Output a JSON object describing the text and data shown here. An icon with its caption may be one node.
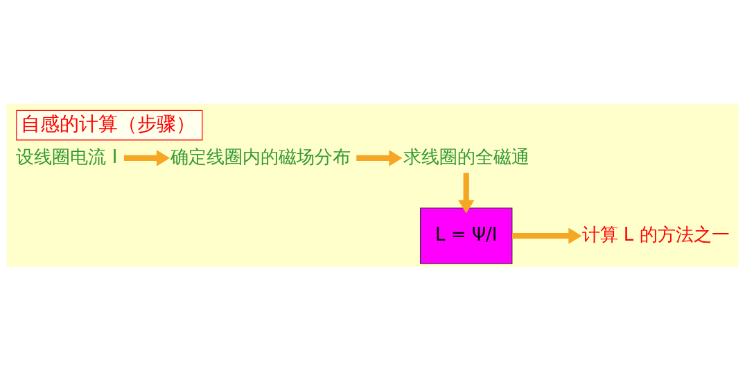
{
  "diagram": {
    "title": "自感的计算（步骤）",
    "nodes": [
      {
        "text": [
          "设线圈电流 I"
        ]
      },
      {
        "text": [
          "确定线圈内的磁场分布"
        ]
      },
      {
        "text": [
          "求线圈的全磁通"
        ]
      },
      {
        "text": [
          "L = Ψ/I"
        ]
      },
      {
        "text": [
          "计算 L 的方法之一"
        ]
      }
    ],
    "edges": [
      {
        "from": 0,
        "to": 1,
        "arrow": "to"
      },
      {
        "from": 1,
        "to": 2,
        "arrow": "to"
      },
      {
        "from": 2,
        "to": 3,
        "arrow": "to"
      },
      {
        "from": 3,
        "to": 4,
        "arrow": "to"
      }
    ]
  }
}
